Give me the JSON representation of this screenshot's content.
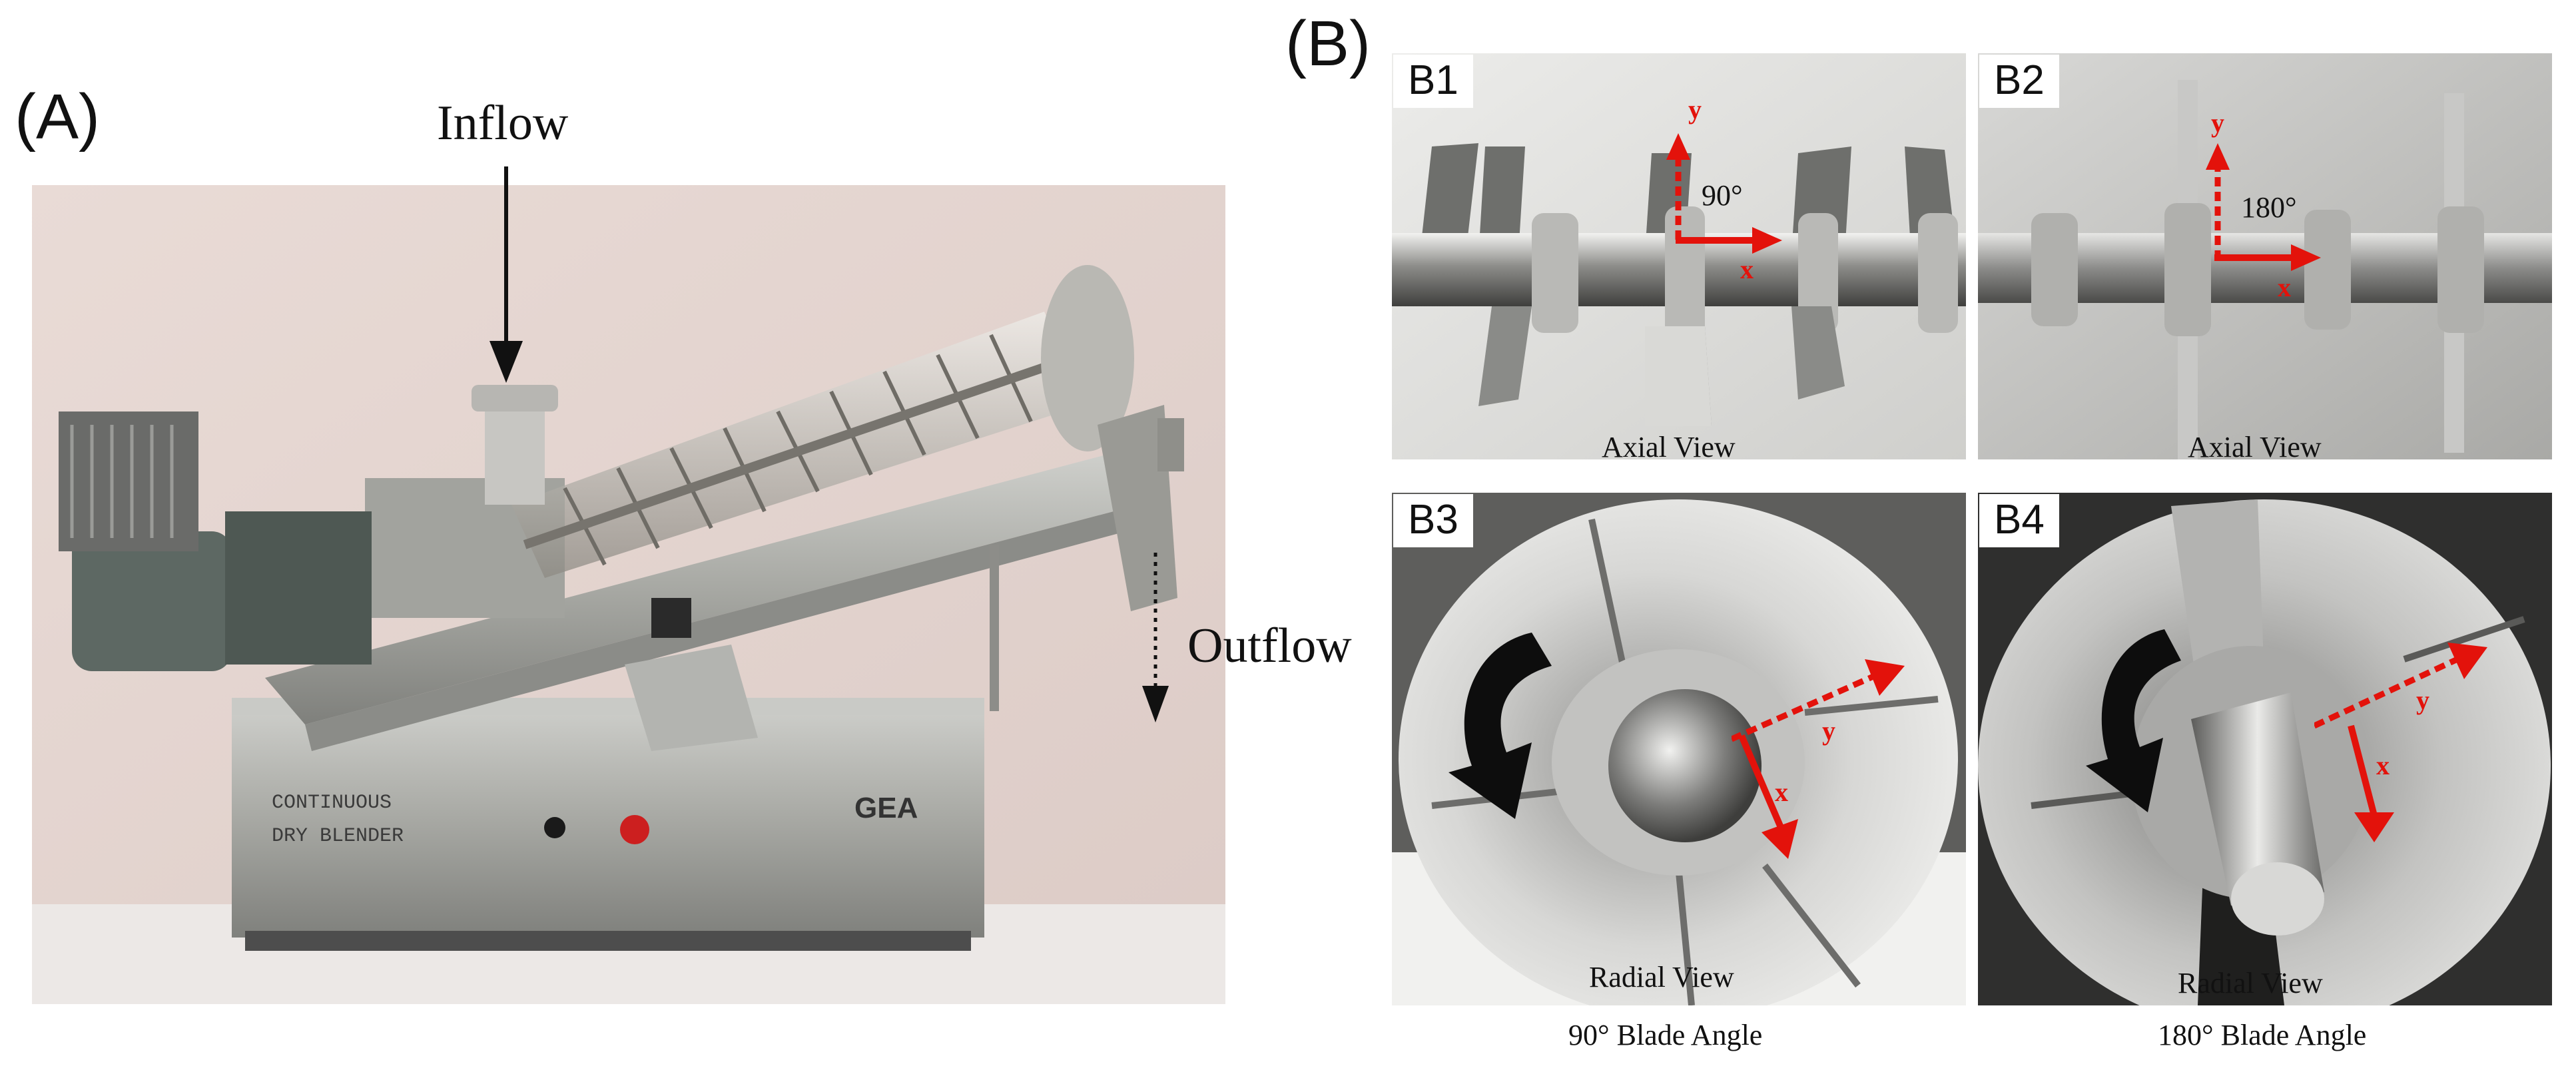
{
  "panel_a": {
    "label": "(A)",
    "inflow_label": "Inflow",
    "outflow_label": "Outflow",
    "machine_text_line1": "CONTINUOUS",
    "machine_text_line2": "DRY BLENDER",
    "brand": "GEA"
  },
  "panel_b": {
    "label": "(B)",
    "subpanels": [
      {
        "label": "B1",
        "angle": "90°",
        "view": "Axial View",
        "axis_x": "x",
        "axis_y": "y"
      },
      {
        "label": "B2",
        "angle": "180°",
        "view": "Axial View",
        "axis_x": "x",
        "axis_y": "y"
      },
      {
        "label": "B3",
        "view": "Radial View",
        "axis_x": "x",
        "axis_y": "y"
      },
      {
        "label": "B4",
        "view": "Radial View",
        "axis_x": "x",
        "axis_y": "y"
      }
    ],
    "captions": [
      "90° Blade Angle",
      "180° Blade Angle"
    ]
  },
  "colors": {
    "arrow_red": "#e3120b",
    "steel": "#a9aaa6",
    "background_wall": "#e8dcd8"
  }
}
